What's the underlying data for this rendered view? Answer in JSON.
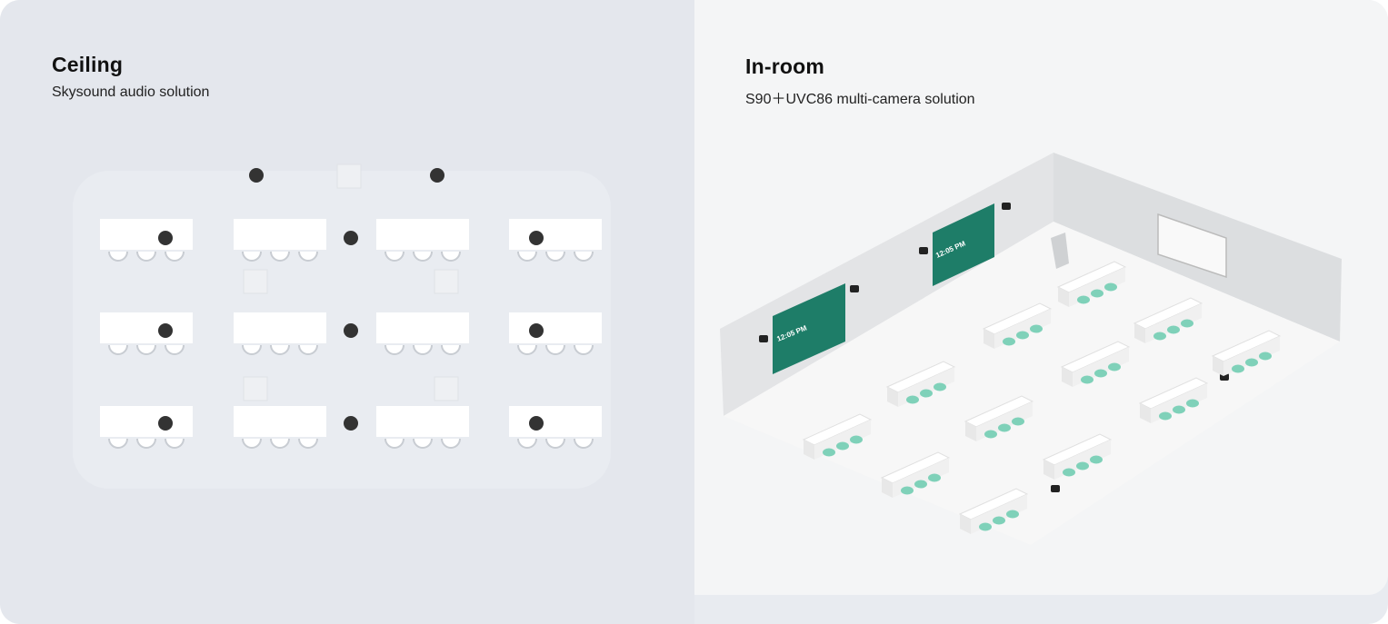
{
  "ceiling_panel": {
    "title": "Ceiling",
    "subtitle": "Skysound audio solution"
  },
  "inroom_panel": {
    "title": "In-room",
    "subtitle": "S90＋UVC86 multi-camera solution",
    "screen_time": "12:05 PM"
  },
  "colors": {
    "left_bg": "#e4e7ed",
    "right_bg": "#f4f5f6",
    "chair_green": "#7fd1b9",
    "screen_green": "#1e7d68",
    "speaker_dark": "#333333"
  }
}
